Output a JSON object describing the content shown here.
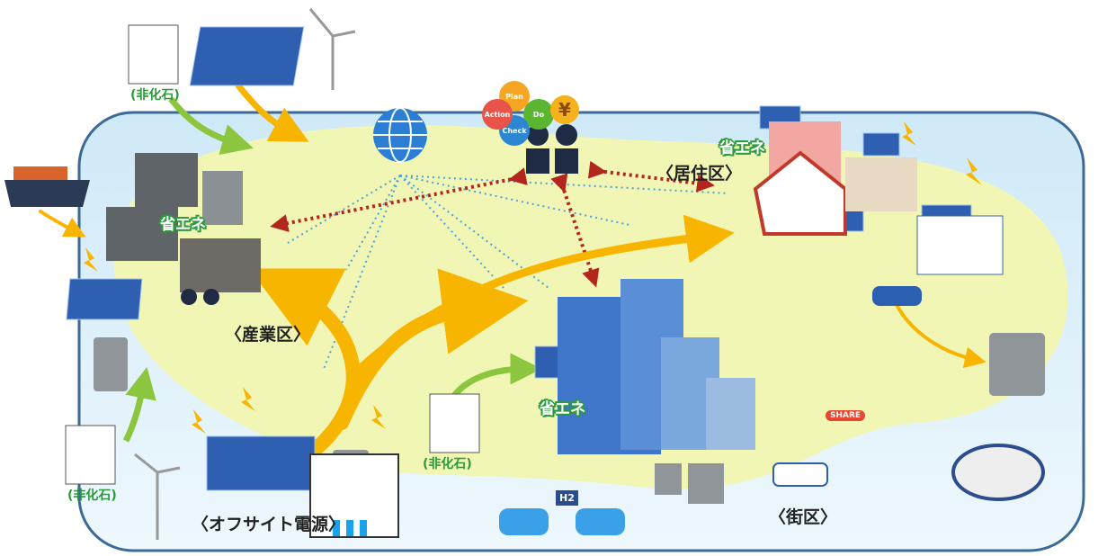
{
  "labels": {
    "industrial": "〈産業区〉",
    "residential": "〈居住区〉",
    "town": "〈街区〉",
    "offsite": "〈オフサイト電源〉"
  },
  "non_fossil": [
    "(非化石)",
    "(非化石)",
    "(非化石)"
  ],
  "energy_saving": [
    "省エネ",
    "省エネ",
    "省エネ"
  ],
  "pdca": {
    "plan": "Plan",
    "do": "Do",
    "check": "Check",
    "action": "Action"
  },
  "yen": "¥",
  "share": "SHARE",
  "h2": "H2",
  "colors": {
    "area": "#dcf0fb",
    "zone": "#f1f6b4",
    "arrow": "#f7b500",
    "green_arrow": "#8cc63f",
    "border": "#3b6a96",
    "dotted": "#4aa3df",
    "red_dotted": "#b3261e"
  }
}
